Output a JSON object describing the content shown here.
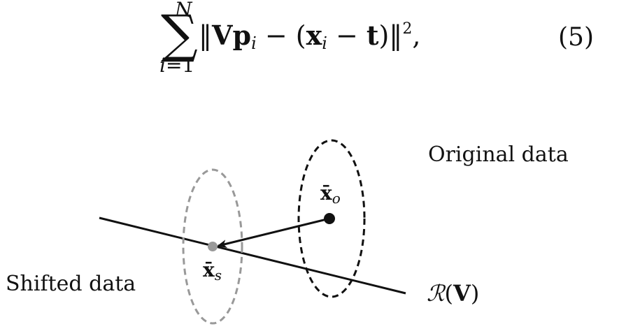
{
  "equation": {
    "sum_upper": "N",
    "sum_symbol": "∑",
    "sum_lower_var": "i",
    "sum_lower_rest": "=1",
    "expr_part1": "‖",
    "expr_V": "V",
    "expr_p": "p",
    "expr_i1": "i",
    "expr_part2": " − (",
    "expr_x": "x",
    "expr_i2": "i",
    "expr_part3": " − ",
    "expr_t": "t",
    "expr_part4": ")‖",
    "expr_exp": "2",
    "expr_part5": ",",
    "number": "(5)"
  },
  "figure": {
    "label_original": "Original data",
    "label_shifted": "Shifted data",
    "label_range_script": "ℛ",
    "label_range_open": "(",
    "label_range_bold": "V",
    "label_range_close": ")",
    "point_o_base": "x̄",
    "point_o_sub": "o",
    "point_s_base": "x̄",
    "point_s_sub": "s",
    "colors": {
      "original": "#111111",
      "shifted": "#999999",
      "line": "#111111"
    }
  }
}
